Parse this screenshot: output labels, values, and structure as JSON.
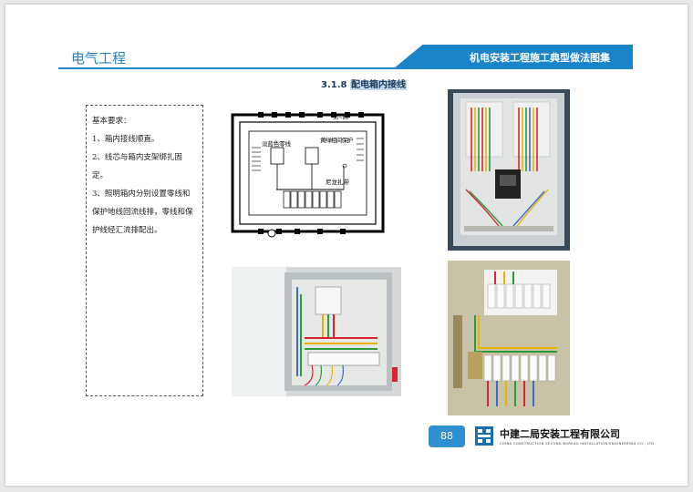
{
  "header": {
    "left_title": "电气工程",
    "right_banner": "机电安装工程施工典型做法图集"
  },
  "section": {
    "number": "3.1.8",
    "title": "配电箱内接线"
  },
  "requirements": {
    "heading": "基本要求：",
    "items": [
      "1、箱内接线顺直。",
      "2、线芯与箱内支架绑扎固定。",
      "3、照明箱内分别设置零线和保护地线回流线排，零线和保护线经汇流排配出。"
    ]
  },
  "diagram": {
    "labels": {
      "top_dim": "50~80",
      "neutral": "淡蓝色零线",
      "pe": "黄绿相间保护",
      "tie": "尼龙扎带"
    }
  },
  "footer": {
    "page_number": "88",
    "company": "中建二局安装工程有限公司",
    "company_en": "CHINA CONSTRUCTION SECOND BUREAU INSTALLATION ENGINEERING CO., LTD"
  },
  "colors": {
    "brand_blue": "#1a84c9",
    "title_blue": "#2a7fb8"
  }
}
